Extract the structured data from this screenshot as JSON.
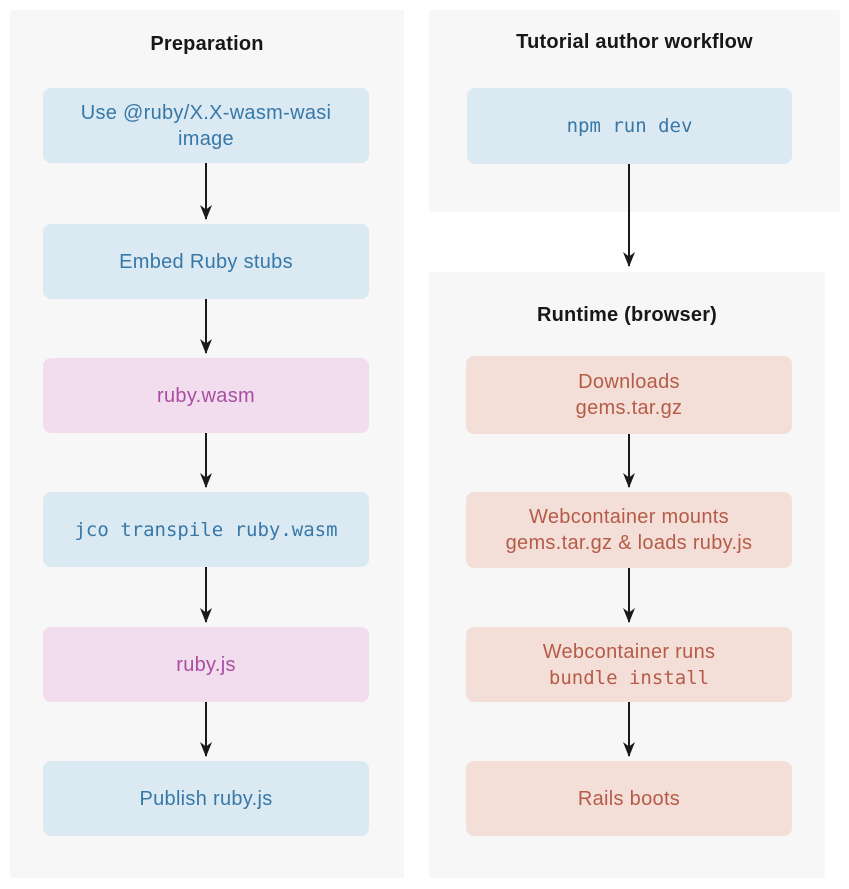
{
  "colors": {
    "panel_bg": "#f7f7f8",
    "blue_node_bg": "#dbe9f2",
    "blue_node_text": "#3778a9",
    "pink_node_bg": "#f2ddee",
    "pink_node_text": "#aa4da2",
    "salmon_node_bg": "#f4ded8",
    "salmon_node_text": "#b55c48",
    "arrow": "#1a1a1a",
    "heading_text": "#171717"
  },
  "preparation": {
    "title": "Preparation",
    "nodes": [
      {
        "label": "Use @ruby/X.X-wasm-wasi\nimage"
      },
      {
        "label": "Embed Ruby stubs"
      },
      {
        "label": "ruby.wasm"
      },
      {
        "label": "jco transpile ruby.wasm"
      },
      {
        "label": "ruby.js"
      },
      {
        "label": "Publish ruby.js"
      }
    ]
  },
  "tutorial": {
    "title": "Tutorial author workflow",
    "nodes": [
      {
        "label": "npm run dev"
      }
    ]
  },
  "runtime": {
    "title": "Runtime (browser)",
    "nodes": [
      {
        "label": "Downloads\ngems.tar.gz"
      },
      {
        "label": "Webcontainer mounts\ngems.tar.gz & loads ruby.js"
      },
      {
        "line1": "Webcontainer runs",
        "line2_code": "bundle install"
      },
      {
        "label": "Rails boots"
      }
    ]
  }
}
